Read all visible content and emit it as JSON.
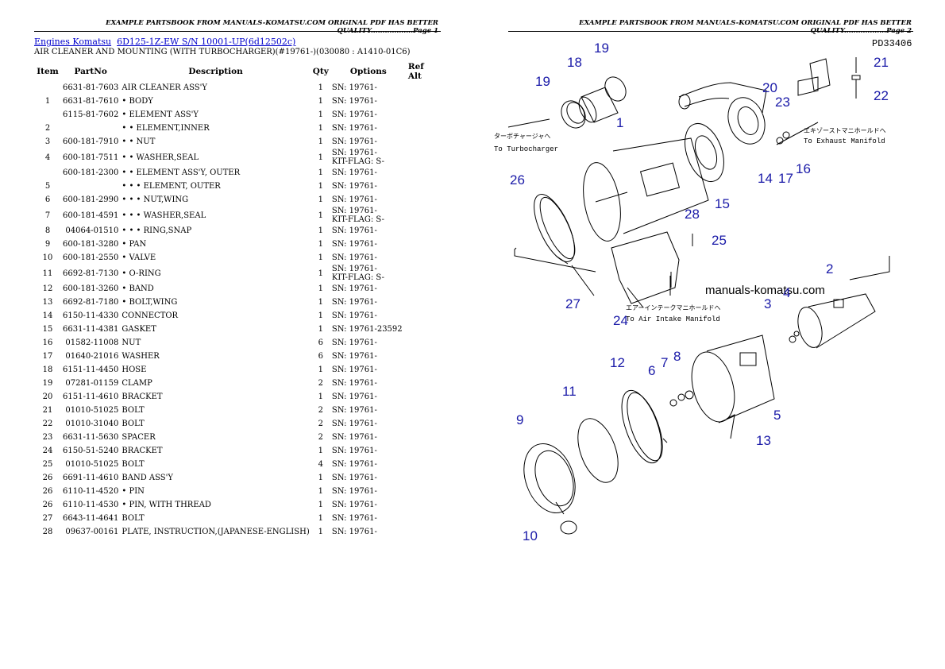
{
  "page1": {
    "header": "EXAMPLE PARTSBOOK FROM MANUALS-KOMATSU.COM ORIGINAL PDF HAS BETTER QUALITY..................Page 1",
    "breadcrumb": {
      "link1": "Engines Komatsu",
      "link2": "6D125-1Z-EW S/N 10001-UP(6d12502c)"
    },
    "subtitle": "AIR CLEANER AND MOUNTING (WITH TURBOCHARGER)(#19761-)(030080 : A1410-01C6)",
    "columns": {
      "item": "Item",
      "partno": "PartNo",
      "description": "Description",
      "qty": "Qty",
      "options": "Options",
      "refalt": "Ref Alt"
    },
    "rows": [
      {
        "item": "",
        "partno": "6631-81-7603",
        "desc": "AIR CLEANER ASS'Y",
        "qty": "1",
        "opt": "SN: 19761-"
      },
      {
        "item": "1",
        "partno": "6631-81-7610",
        "desc": "• BODY",
        "qty": "1",
        "opt": "SN: 19761-"
      },
      {
        "item": "",
        "partno": "6115-81-7602",
        "desc": "• ELEMENT ASS'Y",
        "qty": "1",
        "opt": "SN: 19761-"
      },
      {
        "item": "2",
        "partno": "",
        "desc": "• • ELEMENT,INNER",
        "qty": "1",
        "opt": "SN: 19761-"
      },
      {
        "item": "3",
        "partno": "600-181-7910",
        "desc": "• • NUT",
        "qty": "1",
        "opt": "SN: 19761-"
      },
      {
        "item": "4",
        "partno": "600-181-7511",
        "desc": "• • WASHER,SEAL",
        "qty": "1",
        "opt": "SN: 19761-\nKIT-FLAG: S-"
      },
      {
        "item": "",
        "partno": "600-181-2300",
        "desc": "• • ELEMENT ASS'Y, OUTER",
        "qty": "1",
        "opt": "SN: 19761-"
      },
      {
        "item": "5",
        "partno": "",
        "desc": "• • • ELEMENT, OUTER",
        "qty": "1",
        "opt": "SN: 19761-"
      },
      {
        "item": "6",
        "partno": "600-181-2990",
        "desc": "• • • NUT,WING",
        "qty": "1",
        "opt": "SN: 19761-"
      },
      {
        "item": "7",
        "partno": "600-181-4591",
        "desc": "• • • WASHER,SEAL",
        "qty": "1",
        "opt": "SN: 19761-\nKIT-FLAG: S-"
      },
      {
        "item": "8",
        "partno": "04064-01510",
        "desc": "• • • RING,SNAP",
        "qty": "1",
        "opt": "SN: 19761-"
      },
      {
        "item": "9",
        "partno": "600-181-3280",
        "desc": "• PAN",
        "qty": "1",
        "opt": "SN: 19761-"
      },
      {
        "item": "10",
        "partno": "600-181-2550",
        "desc": "• VALVE",
        "qty": "1",
        "opt": "SN: 19761-"
      },
      {
        "item": "11",
        "partno": "6692-81-7130",
        "desc": "• O-RING",
        "qty": "1",
        "opt": "SN: 19761-\nKIT-FLAG: S-"
      },
      {
        "item": "12",
        "partno": "600-181-3260",
        "desc": "• BAND",
        "qty": "1",
        "opt": "SN: 19761-"
      },
      {
        "item": "13",
        "partno": "6692-81-7180",
        "desc": "• BOLT,WING",
        "qty": "1",
        "opt": "SN: 19761-"
      },
      {
        "item": "14",
        "partno": "6150-11-4330",
        "desc": "CONNECTOR",
        "qty": "1",
        "opt": "SN: 19761-"
      },
      {
        "item": "15",
        "partno": "6631-11-4381",
        "desc": "GASKET",
        "qty": "1",
        "opt": "SN: 19761-23592"
      },
      {
        "item": "16",
        "partno": "01582-11008",
        "desc": "NUT",
        "qty": "6",
        "opt": "SN: 19761-"
      },
      {
        "item": "17",
        "partno": "01640-21016",
        "desc": "WASHER",
        "qty": "6",
        "opt": "SN: 19761-"
      },
      {
        "item": "18",
        "partno": "6151-11-4450",
        "desc": "HOSE",
        "qty": "1",
        "opt": "SN: 19761-"
      },
      {
        "item": "19",
        "partno": "07281-01159",
        "desc": "CLAMP",
        "qty": "2",
        "opt": "SN: 19761-"
      },
      {
        "item": "20",
        "partno": "6151-11-4610",
        "desc": "BRACKET",
        "qty": "1",
        "opt": "SN: 19761-"
      },
      {
        "item": "21",
        "partno": "01010-51025",
        "desc": "BOLT",
        "qty": "2",
        "opt": "SN: 19761-"
      },
      {
        "item": "22",
        "partno": "01010-31040",
        "desc": "BOLT",
        "qty": "2",
        "opt": "SN: 19761-"
      },
      {
        "item": "23",
        "partno": "6631-11-5630",
        "desc": "SPACER",
        "qty": "2",
        "opt": "SN: 19761-"
      },
      {
        "item": "24",
        "partno": "6150-51-5240",
        "desc": "BRACKET",
        "qty": "1",
        "opt": "SN: 19761-"
      },
      {
        "item": "25",
        "partno": "01010-51025",
        "desc": "BOLT",
        "qty": "4",
        "opt": "SN: 19761-"
      },
      {
        "item": "26",
        "partno": "6691-11-4610",
        "desc": "BAND ASS'Y",
        "qty": "1",
        "opt": "SN: 19761-"
      },
      {
        "item": "26",
        "partno": "6110-11-4520",
        "desc": "• PIN",
        "qty": "1",
        "opt": "SN: 19761-"
      },
      {
        "item": "26",
        "partno": "6110-11-4530",
        "desc": "• PIN, WITH THREAD",
        "qty": "1",
        "opt": "SN: 19761-"
      },
      {
        "item": "27",
        "partno": "6643-11-4641",
        "desc": "BOLT",
        "qty": "1",
        "opt": "SN: 19761-"
      },
      {
        "item": "28",
        "partno": "09637-00161",
        "desc": "PLATE, INSTRUCTION,(JAPANESE-ENGLISH)",
        "qty": "1",
        "opt": "SN: 19761-"
      }
    ]
  },
  "page2": {
    "header": "EXAMPLE PARTSBOOK FROM MANUALS-KOMATSU.COM ORIGINAL PDF HAS BETTER QUALITY..................Page 2",
    "drawing_code": "PD33406",
    "watermark": "manuals-komatsu.com",
    "note_turbo_jp": "ターボチャージャへ",
    "note_turbo_en": "To Turbocharger",
    "note_exhaust_jp": "エキゾーストマニホールドへ",
    "note_exhaust_en": "To Exhaust Manifold",
    "note_intake_jp": "エアーインテークマニホールドへ",
    "note_intake_en": "To Air Intake Manifold",
    "callouts": [
      "1",
      "2",
      "3",
      "4",
      "5",
      "6",
      "7",
      "8",
      "9",
      "10",
      "11",
      "12",
      "13",
      "14",
      "15",
      "16",
      "17",
      "18",
      "19",
      "19",
      "20",
      "21",
      "22",
      "23",
      "24",
      "25",
      "26",
      "27",
      "28"
    ]
  }
}
